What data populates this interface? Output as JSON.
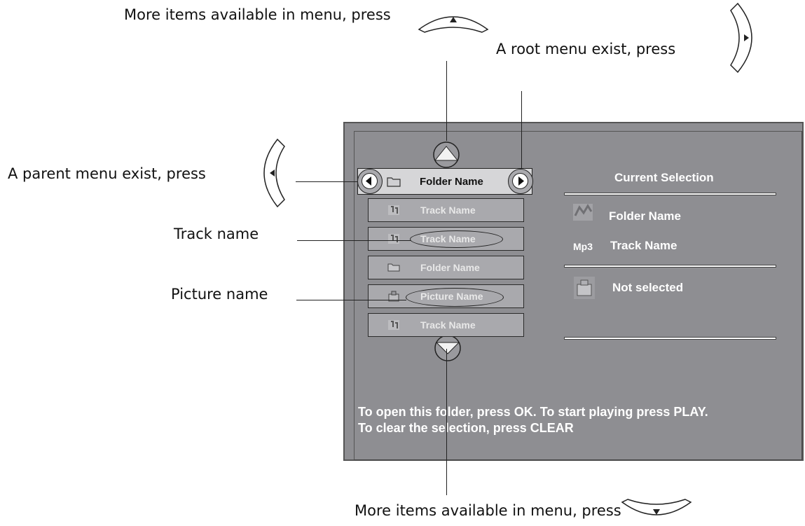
{
  "callouts": {
    "more_up": "More items available in menu, press",
    "root": "A root menu exist, press",
    "parent": "A parent menu exist, press",
    "track": "Track name",
    "picture": "Picture name",
    "more_down": "More items available in menu, press"
  },
  "menu": {
    "header": "Folder Name",
    "items": [
      {
        "label": "Track Name",
        "icon": "music-file-icon"
      },
      {
        "label": "Track Name",
        "icon": "music-file-icon"
      },
      {
        "label": "Folder Name",
        "icon": "folder-icon"
      },
      {
        "label": "Picture Name",
        "icon": "picture-file-icon"
      },
      {
        "label": "Track Name",
        "icon": "music-file-icon"
      }
    ]
  },
  "current_selection": {
    "title": "Current Selection",
    "folder": "Folder Name",
    "mp3_badge": "Mp3",
    "track": "Track Name",
    "picture_status": "Not selected"
  },
  "instructions": {
    "line1": "To open this folder, press OK. To start playing press PLAY.",
    "line2": "To clear the selection, press CLEAR"
  },
  "colors": {
    "screen_bg": "#8e8e92",
    "row_bg": "#a9a9ad",
    "header_bg": "#d6d6d8"
  }
}
